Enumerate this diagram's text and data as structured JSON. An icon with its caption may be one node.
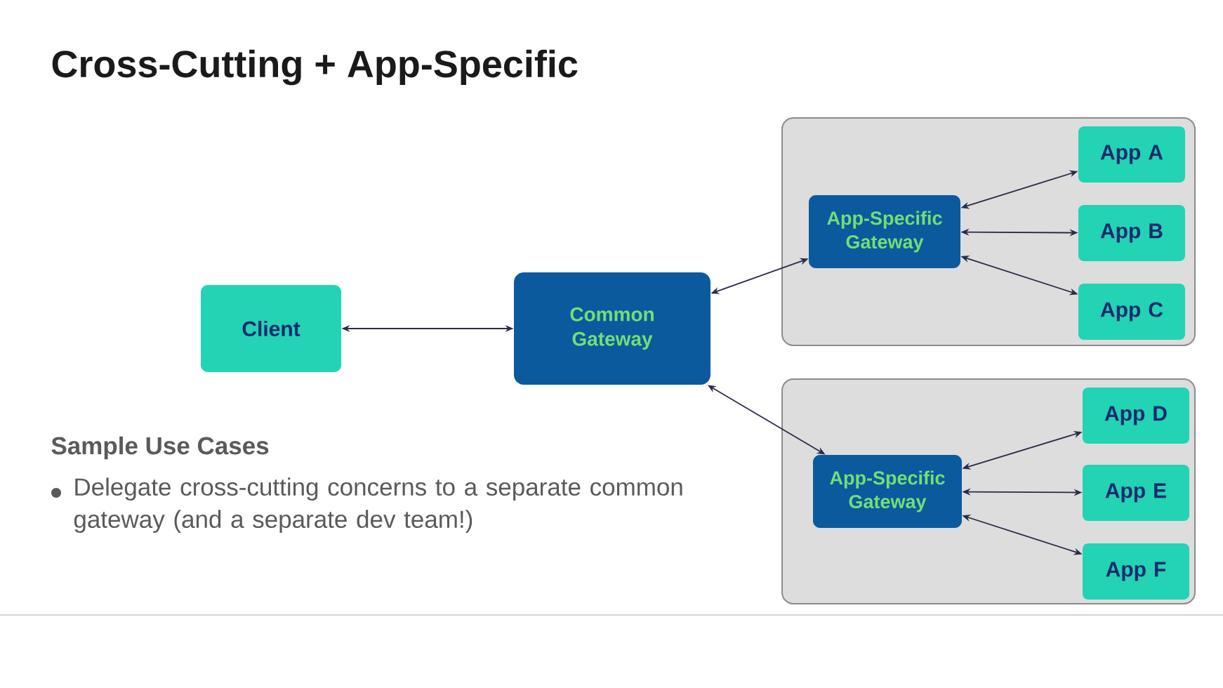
{
  "diagram": {
    "title": "Cross-Cutting + App-Specific",
    "nodes": [
      {
        "text": [
          "Client"
        ]
      },
      {
        "text": [
          "Common Gateway"
        ]
      },
      {
        "text": [],
        "shape": "box"
      },
      {
        "text": [
          "App-Specific Gateway"
        ],
        "in": 2
      },
      {
        "text": [
          "App A"
        ],
        "in": 2
      },
      {
        "text": [
          "App B"
        ],
        "in": 2
      },
      {
        "text": [
          "App C"
        ],
        "in": 2
      },
      {
        "text": [],
        "shape": "box"
      },
      {
        "text": [
          "App-Specific Gateway"
        ],
        "in": 7
      },
      {
        "text": [
          "App D"
        ],
        "in": 7
      },
      {
        "text": [
          "App E"
        ],
        "in": 7
      },
      {
        "text": [
          "App F"
        ],
        "in": 7
      }
    ],
    "edges": [
      {
        "from": 0,
        "to": 1,
        "arrow": "both"
      },
      {
        "from": 1,
        "to": 3,
        "arrow": "both"
      },
      {
        "from": 1,
        "to": 8,
        "arrow": "both"
      },
      {
        "from": 3,
        "to": 4,
        "arrow": "both"
      },
      {
        "from": 3,
        "to": 5,
        "arrow": "both"
      },
      {
        "from": 3,
        "to": 6,
        "arrow": "both"
      },
      {
        "from": 8,
        "to": 9,
        "arrow": "both"
      },
      {
        "from": 8,
        "to": 10,
        "arrow": "both"
      },
      {
        "from": 8,
        "to": 11,
        "arrow": "both"
      }
    ],
    "labels": [
      "Sample Use Cases",
      "Delegate cross-cutting concerns to a separate common gateway (and a separate dev team!)"
    ]
  }
}
